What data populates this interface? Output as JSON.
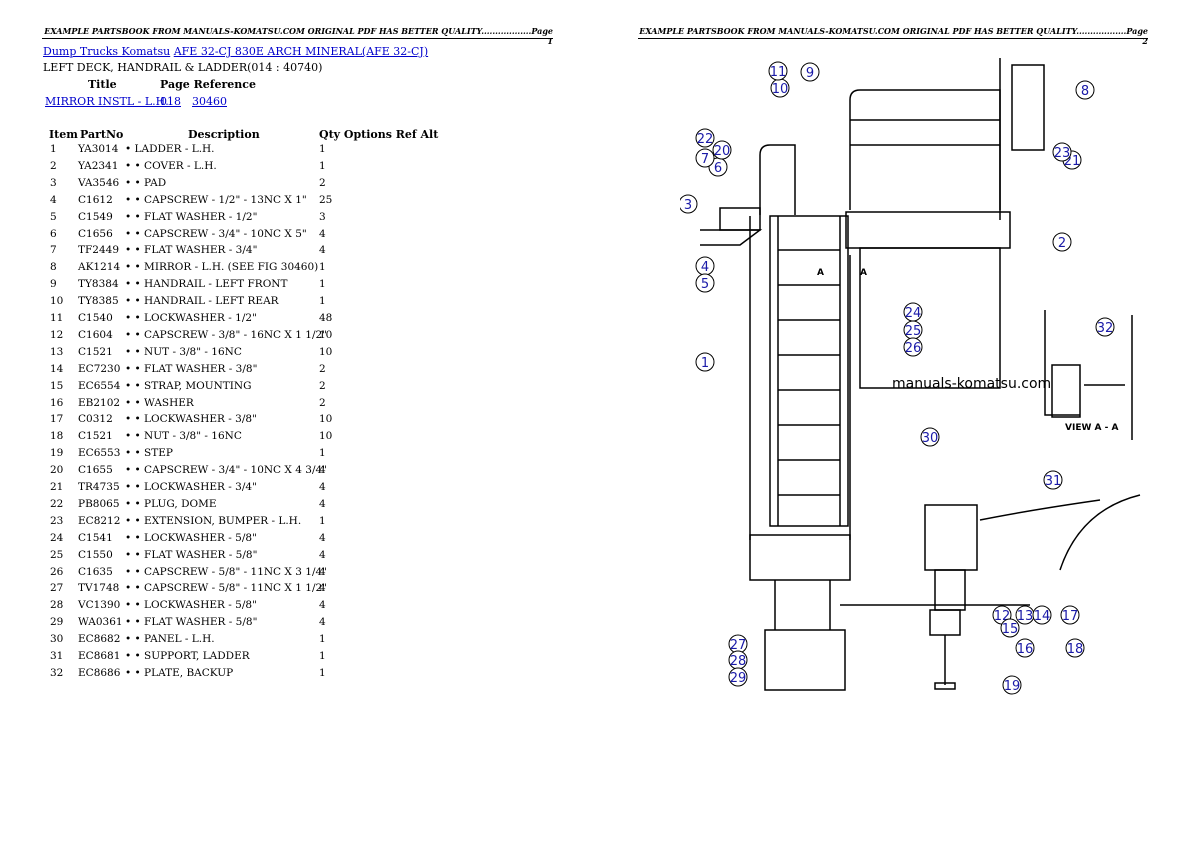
{
  "header_left": "EXAMPLE PARTSBOOK FROM MANUALS-KOMATSU.COM ORIGINAL PDF HAS BETTER QUALITY..................Page 1",
  "header_right": "EXAMPLE PARTSBOOK FROM MANUALS-KOMATSU.COM ORIGINAL PDF HAS BETTER QUALITY..................Page 2",
  "breadcrumb": {
    "link1": "Dump Trucks Komatsu",
    "link2": "AFE 32-CJ 830E ARCH MINERAL(AFE 32-CJ)"
  },
  "subtitle": "LEFT DECK, HANDRAIL & LADDER(014 : 40740)",
  "reference": {
    "title_header": "Title",
    "page_ref_header": "Page Reference",
    "title": "MIRROR INSTL - L.H.",
    "page": "018",
    "ref": "30460"
  },
  "columns": {
    "item": "Item",
    "partno": "PartNo",
    "description": "Description",
    "qty_options": "Qty Options Ref Alt"
  },
  "parts": [
    {
      "item": "1",
      "part": "YA3014",
      "desc": "• LADDER - L.H.",
      "qty": "1"
    },
    {
      "item": "2",
      "part": "YA2341",
      "desc": "• • COVER - L.H.",
      "qty": "1"
    },
    {
      "item": "3",
      "part": "VA3546",
      "desc": "• • PAD",
      "qty": "2"
    },
    {
      "item": "4",
      "part": "C1612",
      "desc": "• • CAPSCREW - 1/2\" - 13NC X 1\"",
      "qty": "25"
    },
    {
      "item": "5",
      "part": "C1549",
      "desc": "• • FLAT WASHER - 1/2\"",
      "qty": "3"
    },
    {
      "item": "6",
      "part": "C1656",
      "desc": "• • CAPSCREW - 3/4\" - 10NC X 5\"",
      "qty": "4"
    },
    {
      "item": "7",
      "part": "TF2449",
      "desc": "• • FLAT WASHER - 3/4\"",
      "qty": "4"
    },
    {
      "item": "8",
      "part": "AK1214",
      "desc": "• • MIRROR - L.H. (SEE FIG 30460)",
      "qty": "1"
    },
    {
      "item": "9",
      "part": "TY8384",
      "desc": "• • HANDRAIL - LEFT FRONT",
      "qty": "1"
    },
    {
      "item": "10",
      "part": "TY8385",
      "desc": "• • HANDRAIL - LEFT REAR",
      "qty": "1"
    },
    {
      "item": "11",
      "part": "C1540",
      "desc": "• • LOCKWASHER - 1/2\"",
      "qty": "48"
    },
    {
      "item": "12",
      "part": "C1604",
      "desc": "• • CAPSCREW - 3/8\" - 16NC X 1 1/2\"",
      "qty": "10"
    },
    {
      "item": "13",
      "part": "C1521",
      "desc": "• • NUT - 3/8\" - 16NC",
      "qty": "10"
    },
    {
      "item": "14",
      "part": "EC7230",
      "desc": "• • FLAT WASHER - 3/8\"",
      "qty": "2"
    },
    {
      "item": "15",
      "part": "EC6554",
      "desc": "• • STRAP, MOUNTING",
      "qty": "2"
    },
    {
      "item": "16",
      "part": "EB2102",
      "desc": "• • WASHER",
      "qty": "2"
    },
    {
      "item": "17",
      "part": "C0312",
      "desc": "• • LOCKWASHER - 3/8\"",
      "qty": "10"
    },
    {
      "item": "18",
      "part": "C1521",
      "desc": "• • NUT - 3/8\" - 16NC",
      "qty": "10"
    },
    {
      "item": "19",
      "part": "EC6553",
      "desc": "• • STEP",
      "qty": "1"
    },
    {
      "item": "20",
      "part": "C1655",
      "desc": "• • CAPSCREW - 3/4\" - 10NC X 4 3/4\"",
      "qty": "4"
    },
    {
      "item": "21",
      "part": "TR4735",
      "desc": "• • LOCKWASHER - 3/4\"",
      "qty": "4"
    },
    {
      "item": "22",
      "part": "PB8065",
      "desc": "• • PLUG, DOME",
      "qty": "4"
    },
    {
      "item": "23",
      "part": "EC8212",
      "desc": "• • EXTENSION, BUMPER - L.H.",
      "qty": "1"
    },
    {
      "item": "24",
      "part": "C1541",
      "desc": "• • LOCKWASHER - 5/8\"",
      "qty": "4"
    },
    {
      "item": "25",
      "part": "C1550",
      "desc": "• • FLAT WASHER - 5/8\"",
      "qty": "4"
    },
    {
      "item": "26",
      "part": "C1635",
      "desc": "• • CAPSCREW - 5/8\" - 11NC X 3 1/4\"",
      "qty": "4"
    },
    {
      "item": "27",
      "part": "TV1748",
      "desc": "• • CAPSCREW - 5/8\" - 11NC X 1 1/2\"",
      "qty": "4"
    },
    {
      "item": "28",
      "part": "VC1390",
      "desc": "• • LOCKWASHER - 5/8\"",
      "qty": "4"
    },
    {
      "item": "29",
      "part": "WA0361",
      "desc": "• • FLAT WASHER - 5/8\"",
      "qty": "4"
    },
    {
      "item": "30",
      "part": "EC8682",
      "desc": "• • PANEL - L.H.",
      "qty": "1"
    },
    {
      "item": "31",
      "part": "EC8681",
      "desc": "• • SUPPORT, LADDER",
      "qty": "1"
    },
    {
      "item": "32",
      "part": "EC8686",
      "desc": "• • PLATE, BACKUP",
      "qty": "1"
    }
  ],
  "diagram": {
    "watermark": "manuals-komatsu.com",
    "view_label": "VIEW A - A",
    "section_label": "A",
    "callouts": [
      "1",
      "2",
      "3",
      "4",
      "5",
      "6",
      "7",
      "8",
      "9",
      "10",
      "11",
      "12",
      "13",
      "14",
      "15",
      "16",
      "17",
      "18",
      "19",
      "20",
      "21",
      "22",
      "23",
      "24",
      "25",
      "26",
      "27",
      "28",
      "29",
      "30",
      "31",
      "32"
    ]
  }
}
